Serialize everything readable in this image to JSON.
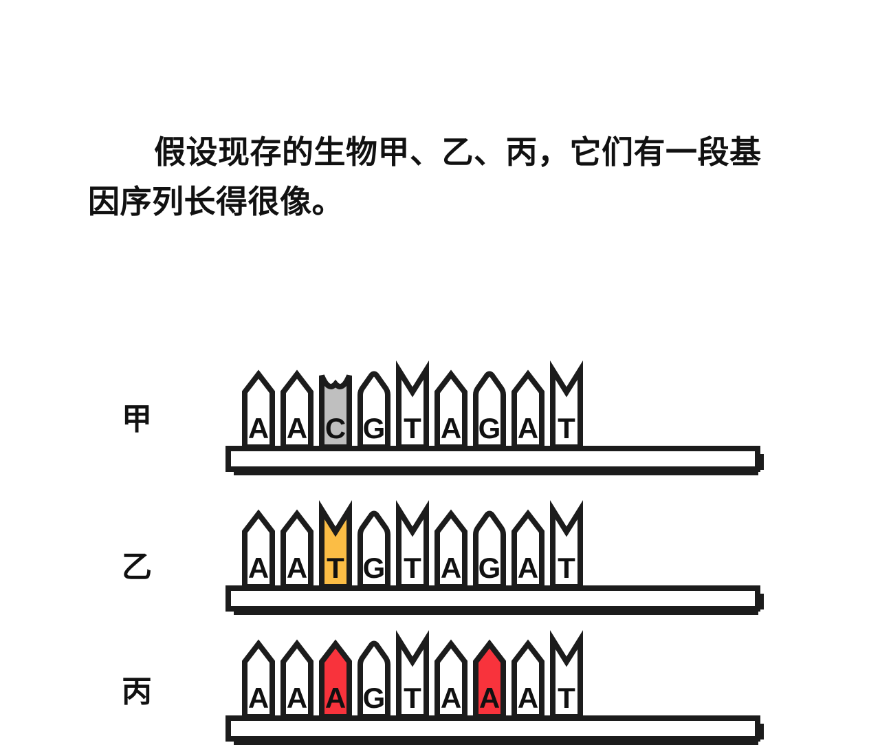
{
  "caption": {
    "text": "假设现存的生物甲、乙、丙，它们有一段基因序列长得很像。"
  },
  "colors": {
    "stroke": "#1c1c1c",
    "plain_fill": "#ffffff",
    "gray_highlight": "#bfbfbf",
    "amber_highlight": "#fbbd45",
    "red_highlight": "#f8333c",
    "text": "#111111",
    "background": "#ffffff"
  },
  "strands": [
    {
      "id": "jia",
      "label": "甲",
      "bases": [
        {
          "letter": "A",
          "shape": "point",
          "highlight": "none"
        },
        {
          "letter": "A",
          "shape": "point",
          "highlight": "none"
        },
        {
          "letter": "C",
          "shape": "cup",
          "highlight": "gray"
        },
        {
          "letter": "G",
          "shape": "dome",
          "highlight": "none"
        },
        {
          "letter": "T",
          "shape": "notch",
          "highlight": "none"
        },
        {
          "letter": "A",
          "shape": "point",
          "highlight": "none"
        },
        {
          "letter": "G",
          "shape": "dome",
          "highlight": "none"
        },
        {
          "letter": "A",
          "shape": "point",
          "highlight": "none"
        },
        {
          "letter": "T",
          "shape": "notch",
          "highlight": "none"
        }
      ]
    },
    {
      "id": "yi",
      "label": "乙",
      "bases": [
        {
          "letter": "A",
          "shape": "point",
          "highlight": "none"
        },
        {
          "letter": "A",
          "shape": "point",
          "highlight": "none"
        },
        {
          "letter": "T",
          "shape": "notch",
          "highlight": "amber"
        },
        {
          "letter": "G",
          "shape": "dome",
          "highlight": "none"
        },
        {
          "letter": "T",
          "shape": "notch",
          "highlight": "none"
        },
        {
          "letter": "A",
          "shape": "point",
          "highlight": "none"
        },
        {
          "letter": "G",
          "shape": "dome",
          "highlight": "none"
        },
        {
          "letter": "A",
          "shape": "point",
          "highlight": "none"
        },
        {
          "letter": "T",
          "shape": "notch",
          "highlight": "none"
        }
      ]
    },
    {
      "id": "bing",
      "label": "丙",
      "bases": [
        {
          "letter": "A",
          "shape": "point",
          "highlight": "none"
        },
        {
          "letter": "A",
          "shape": "point",
          "highlight": "none"
        },
        {
          "letter": "A",
          "shape": "point",
          "highlight": "red"
        },
        {
          "letter": "G",
          "shape": "dome",
          "highlight": "none"
        },
        {
          "letter": "T",
          "shape": "notch",
          "highlight": "none"
        },
        {
          "letter": "A",
          "shape": "point",
          "highlight": "none"
        },
        {
          "letter": "A",
          "shape": "point",
          "highlight": "red"
        },
        {
          "letter": "A",
          "shape": "point",
          "highlight": "none"
        },
        {
          "letter": "T",
          "shape": "notch",
          "highlight": "none"
        }
      ]
    }
  ]
}
